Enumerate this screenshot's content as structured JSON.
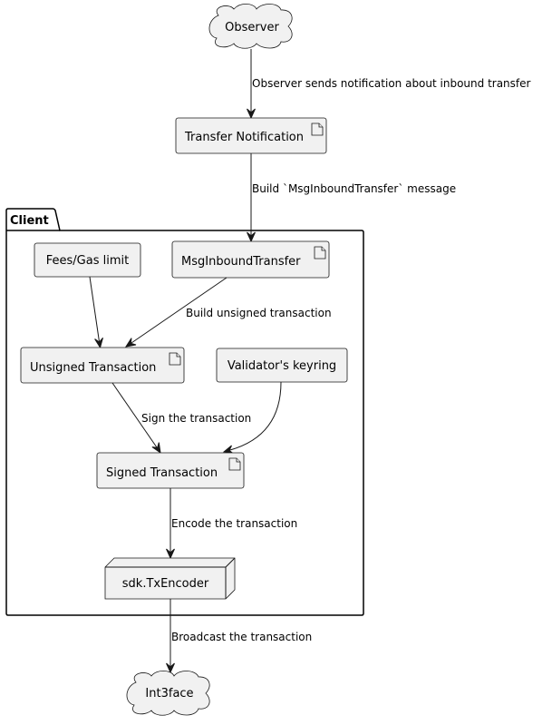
{
  "package": {
    "name": "Client"
  },
  "nodes": {
    "observer": "Observer",
    "transfer_notification": "Transfer Notification",
    "fees_gas_limit": "Fees/Gas limit",
    "msg_inbound_transfer": "MsgInboundTransfer",
    "unsigned_transaction": "Unsigned Transaction",
    "validators_keyring": "Validator's keyring",
    "signed_transaction": "Signed Transaction",
    "tx_encoder": "sdk.TxEncoder",
    "int3face": "Int3face"
  },
  "edges": {
    "observer_to_notification": "Observer sends notification about inbound transfer",
    "notification_to_msg": "Build `MsgInboundTransfer` message",
    "msg_to_unsigned": "Build unsigned transaction",
    "unsigned_to_signed": "Sign the transaction",
    "signed_to_encoder": "Encode the transaction",
    "encoder_to_int3face": "Broadcast the transaction"
  }
}
